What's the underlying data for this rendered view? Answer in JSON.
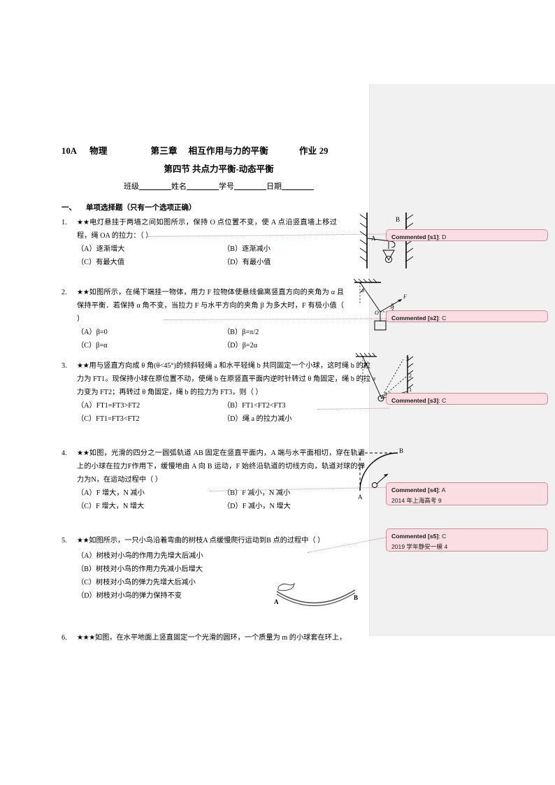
{
  "page": {
    "background": "#ffffff",
    "gutter_color": "#f1f1f1",
    "comment_fill": "#fadee3",
    "comment_border": "#c98c9b"
  },
  "header": {
    "course": "10A",
    "subject": "物理",
    "chapter": "第三章",
    "chapter_name": "相互作用与力的平衡",
    "assignment": "作业 29",
    "subtitle": "第四节 共点力平衡-动态平衡",
    "fields": {
      "class": "班级",
      "name": "姓名",
      "student_id": "学号",
      "date": "日期"
    }
  },
  "section": {
    "number": "一、",
    "title": "单项选择题（只有一个选项正确）"
  },
  "questions": [
    {
      "num": "1.",
      "stars": "★★",
      "text": "电灯悬挂于两墙之间如图所示，保持 O 点位置不变，使 A 点沿竖直墙上移过程，绳 OA 的拉力：（          ）",
      "options": [
        "（A）逐渐增大",
        "（B）逐渐减小",
        "（C）有最大值",
        "（D）有最小值"
      ]
    },
    {
      "num": "2.",
      "stars": "★★",
      "text": "如图所示，在绳下端挂一物体，用力 F 拉物体使悬线偏离竖直方向的夹角为 α 且保持平衡．若保持 α 角不变，当拉力 F 与水平方向的夹角 β 为多大时，F 有极小值（      ）",
      "options": [
        "（A）β=0",
        "（B）β=π/2",
        "（C）β=α",
        "（D）β=2α"
      ]
    },
    {
      "num": "3.",
      "stars": "★★",
      "text": "用与竖直方向成 θ 角(θ<45°)的倾斜轻绳 a 和水平轻绳 b 共同固定一个小球，这时绳 b 的拉力为 FT1。现保持小球在原位置不动，使绳 b 在原竖直平面内逆时针转过 θ 角固定，绳 b 的拉力变为 FT2；再转过 θ 角固定，绳 b 的拉力为 FT3，则（ ）",
      "options": [
        "（A）FT1=FT3>FT2",
        "（B）FT1<FT2<FT3",
        "（C）FT1=FT3<FT2",
        "（D）绳 a 的拉力减小"
      ]
    },
    {
      "num": "4.",
      "stars": "★★",
      "text": "如图，光滑的四分之一圆弧轨道 AB 固定在竖直平面内，A 端与水平面相切，穿在轨道上的小球在拉力F作用下，缓慢地由 A 向 B 运动，F 始终沿轨道的切线方向，轨道对球的弹力为N，在运动过程中（        ）",
      "options": [
        "（A）F 增大，N 减小",
        "（B）F 减小，N 减小",
        "（C）F 增大，N 增大",
        "（D）F 减小，N 增大"
      ]
    },
    {
      "num": "5.",
      "stars": "★★",
      "text": "如图所示，一只小鸟沿着弯曲的树枝A 点缓慢爬行运动到B 点的过程中（      ）",
      "options": [
        "（A）树枝对小鸟的作用力先增大后减小",
        "（B）树枝对小鸟的作用力先减小后增大",
        "（C）树枝对小鸟的弹力先增大后减小",
        "（D）树枝对小鸟的弹力保持不变"
      ]
    },
    {
      "num": "6.",
      "stars": "★★★",
      "text": "如图，在水平地面上竖直固定一个光滑的圆环，一个质量为 m 的小球套在环上，",
      "options": []
    }
  ],
  "comments": [
    {
      "id": "s1",
      "label": "Commented [s1]",
      "answer": "D",
      "note": ""
    },
    {
      "id": "s2",
      "label": "Commented [s2]",
      "answer": "C",
      "note": ""
    },
    {
      "id": "s3",
      "label": "Commented [s3]",
      "answer": "C",
      "note": ""
    },
    {
      "id": "s4",
      "label": "Commented [s4]",
      "answer": "A",
      "note": "2014 年上海高考 9"
    },
    {
      "id": "s5",
      "label": "Commented [s5]",
      "answer": "C",
      "note": "2019 学年静安一模 4"
    }
  ],
  "figures": {
    "fig1": {
      "name": "lamp-between-walls",
      "labels": [
        "A",
        "B"
      ]
    },
    "fig2": {
      "name": "hanging-block-force-angles",
      "labels": [
        "α",
        "β",
        "F",
        "O"
      ]
    },
    "fig3": {
      "name": "ball-two-ropes-rotation",
      "labels": [
        "θ",
        "a",
        "1",
        "2",
        "3"
      ]
    },
    "fig4": {
      "name": "quarter-circle-track",
      "labels": [
        "A",
        "B"
      ]
    },
    "fig5": {
      "name": "bird-on-curved-branch",
      "labels": [
        "A",
        "B"
      ]
    }
  }
}
